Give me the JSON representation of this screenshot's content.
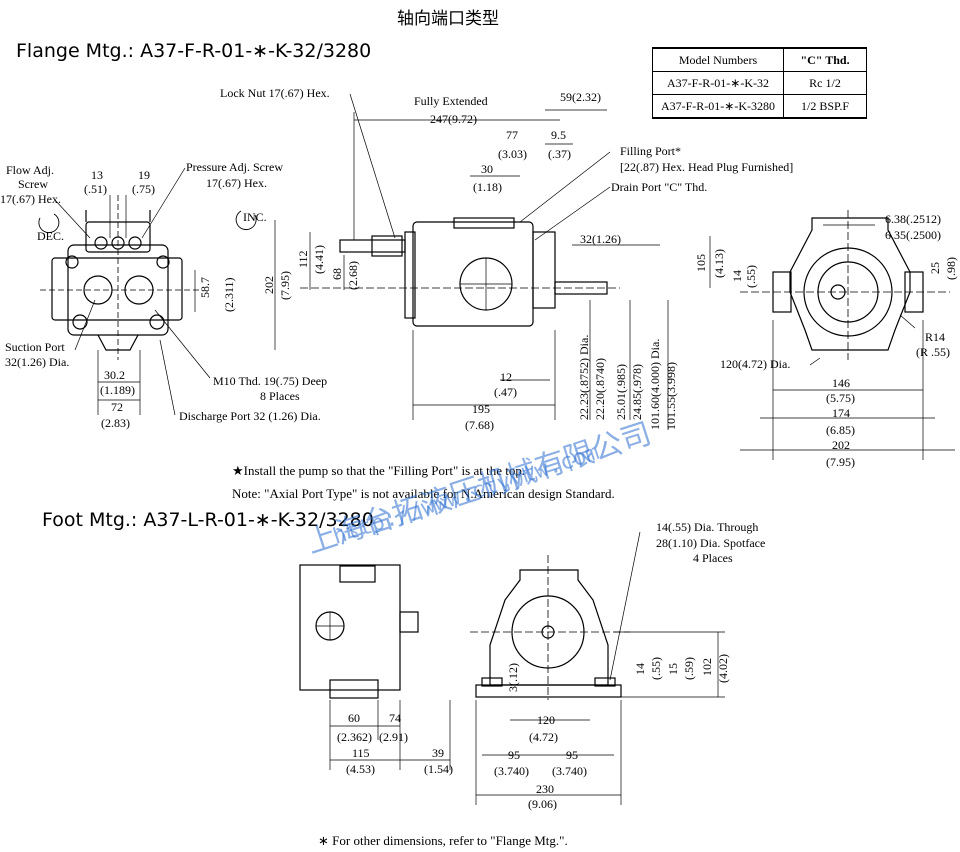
{
  "page_title": "轴向端口类型",
  "flange": {
    "title": "Flange Mtg.:  A37-F-R-01-∗-K-32/3280",
    "labels": {
      "lock_nut": "Lock Nut 17(.67) Hex.",
      "fully_extended": "Fully Extended",
      "flow_adj_1": "Flow Adj.",
      "flow_adj_2": "Screw",
      "flow_adj_3": "17(.67) Hex.",
      "dec": "DEC.",
      "pressure_adj_1": "Pressure Adj. Screw",
      "pressure_adj_2": "17(.67) Hex.",
      "inc": "INC.",
      "filling_port_1": "Filling Port*",
      "filling_port_2": "[22(.87) Hex. Head Plug Furnished]",
      "drain_port": "Drain Port \"C\" Thd.",
      "suction_port_1": "Suction Port",
      "suction_port_2": "32(1.26) Dia.",
      "m10_1": "M10 Thd. 19(.75) Deep",
      "m10_2": "8 Places",
      "discharge_port": "Discharge Port 32 (1.26) Dia.",
      "dia_120": "120(4.72) Dia.",
      "r14_1": "R14",
      "r14_2": "(R .55)"
    },
    "dims": {
      "d13": "13",
      "d13b": "(.51)",
      "d19": "19",
      "d19b": "(.75)",
      "d587": "58.7",
      "d587b": "(2.311)",
      "d302": "30.2",
      "d302b": "(1.189)",
      "d72": "72",
      "d72b": "(2.83)",
      "d59": "59(2.32)",
      "d247": "247(9.72)",
      "d77": "77",
      "d77b": "(3.03)",
      "d95": "9.5",
      "d95b": "(.37)",
      "d30": "30",
      "d30b": "(1.18)",
      "d32": "32(1.26)",
      "d202": "202",
      "d202b": "(7.95)",
      "d112": "112",
      "d112b": "(4.41)",
      "d68": "68",
      "d68b": "(2.68)",
      "d105": "105",
      "d105b": "(4.13)",
      "d12": "12",
      "d12b": "(.47)",
      "d195": "195",
      "d195b": "(7.68)",
      "shaft1": "22.23(.8752) Dia.",
      "shaft2": "22.20(.8740)",
      "shaft3": "25.01(.985)",
      "shaft4": "24.85(.978)",
      "pilot1": "101.60(4.000) Dia.",
      "pilot2": "101.55(3.998)",
      "key1": "6.38(.2512)",
      "key2": "6.35(.2500)",
      "d14": "14",
      "d14b": "(.55)",
      "d25": "25",
      "d25b": "(.98)",
      "d146": "146",
      "d146b": "(5.75)",
      "d174": "174",
      "d174b": "(6.85)",
      "d202r": "202",
      "d202rb": "(7.95)"
    }
  },
  "table": {
    "headers": [
      "Model Numbers",
      "\"C\" Thd."
    ],
    "rows": [
      [
        "A37-F-R-01-∗-K-32",
        "Rc 1/2"
      ],
      [
        "A37-F-R-01-∗-K-3280",
        "1/2 BSP.F"
      ]
    ]
  },
  "notes": {
    "install": "★Install the pump so that the \"Filling Port\" is at the top.",
    "axial": "Note: \"Axial Port Type\" is not available for N.American design Standard.",
    "other": "∗ For other dimensions, refer to \"Flange Mtg.\"."
  },
  "foot": {
    "title": "Foot Mtg.:  A37-L-R-01-∗-K-32/3280",
    "labels": {
      "holes_1": "14(.55) Dia. Through",
      "holes_2": "28(1.10) Dia. Spotface",
      "holes_3": "4 Places"
    },
    "dims": {
      "d60": "60",
      "d60b": "(2.362)",
      "d74": "74",
      "d74b": "(2.91)",
      "d115": "115",
      "d115b": "(4.53)",
      "d39": "39",
      "d39b": "(1.54)",
      "d3": "3(.12)",
      "d120": "120",
      "d120b": "(4.72)",
      "d95a": "95",
      "d95ab": "(3.740)",
      "d95c": "95",
      "d95cb": "(3.740)",
      "d230": "230",
      "d230b": "(9.06)",
      "d14": "14",
      "d14b": "(.55)",
      "d15": "15",
      "d15b": "(.59)",
      "d102": "102",
      "d102b": "(4.02)"
    }
  },
  "watermark": {
    "cn": "上海台拓液压机械有限公司",
    "url": "http://www.ctyytw.com"
  }
}
